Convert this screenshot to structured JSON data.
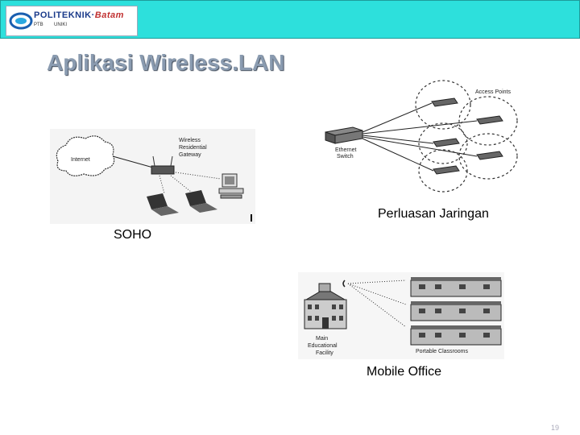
{
  "header": {
    "logo": {
      "name": "POLITEKNIK",
      "name_suffix": "Batam",
      "sub": "PTB",
      "sub2": "UNIKI"
    }
  },
  "title": "Aplikasi Wireless.LAN",
  "soho": {
    "caption": "SOHO",
    "labels": {
      "internet": "Internet",
      "gateway_l1": "Wireless",
      "gateway_l2": "Residential",
      "gateway_l3": "Gateway"
    }
  },
  "extension": {
    "caption": "Perluasan Jaringan",
    "labels": {
      "access_points": "Access Points",
      "switch_l1": "Ethernet",
      "switch_l2": "Switch"
    }
  },
  "mobile": {
    "caption": "Mobile Office",
    "labels": {
      "facility_l1": "Main",
      "facility_l2": "Educational",
      "facility_l3": "Facility",
      "classrooms": "Portable Classrooms"
    }
  },
  "page_number": "19"
}
